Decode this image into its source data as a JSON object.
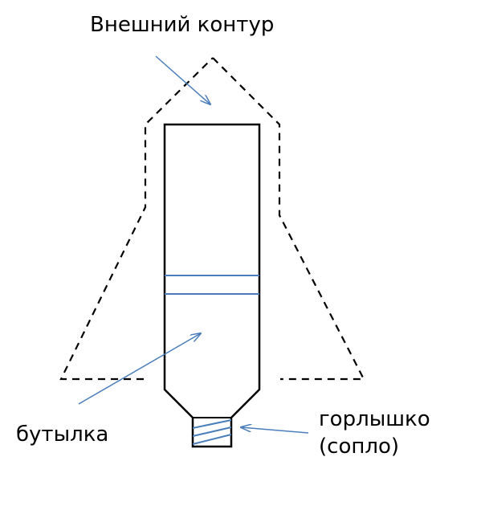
{
  "labels": {
    "outer_contour": "Внешний контур",
    "bottle": "бутылка",
    "neck_line1": "горлышко",
    "neck_line2": "(сопло)"
  },
  "colors": {
    "outline": "#000000",
    "accent": "#4a7ebb",
    "background": "#ffffff"
  },
  "icons": {
    "pointer": "arrow-icon"
  }
}
